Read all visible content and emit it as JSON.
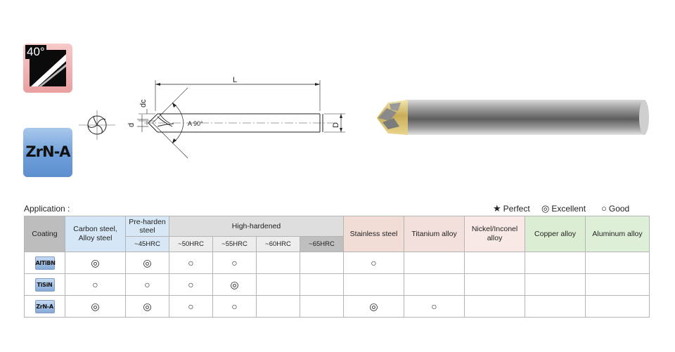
{
  "badges": {
    "angle": "40°",
    "coating": "ZrN-A"
  },
  "drawing": {
    "dim_L": "L",
    "dim_dc": "dc",
    "dim_d": "d",
    "dim_D": "D",
    "angle_label": "A 90°"
  },
  "application": {
    "title": "Application :",
    "legend": {
      "perfect_symbol": "★",
      "perfect": "Perfect",
      "excellent_symbol": "◎",
      "excellent": "Excellent",
      "good_symbol": "○",
      "good": "Good"
    },
    "headers": {
      "coating": "Coating",
      "carbon": "Carbon steel,\nAlloy steel",
      "pre_harden": "Pre-harden\nsteel",
      "high_hardened": "High-hardened",
      "stainless": "Stainless steel",
      "titanium": "Titanium alloy",
      "nickel": "Nickel/Inconel\nalloy",
      "copper": "Copper alloy",
      "aluminum": "Aluminum alloy"
    },
    "subheaders": [
      "~45HRC",
      "~50HRC",
      "~55HRC",
      "~60HRC",
      "~65HRC"
    ],
    "rows": [
      {
        "coating": "AlTiBN",
        "cells": [
          "◎",
          "◎",
          "○",
          "○",
          "",
          "",
          "○",
          "",
          "",
          "",
          ""
        ]
      },
      {
        "coating": "TiSiN",
        "cells": [
          "○",
          "○",
          "○",
          "◎",
          "",
          "",
          "",
          "",
          "",
          "",
          ""
        ]
      },
      {
        "coating": "ZrN-A",
        "cells": [
          "◎",
          "◎",
          "○",
          "○",
          "",
          "",
          "◎",
          "○",
          "",
          "",
          ""
        ]
      }
    ]
  }
}
